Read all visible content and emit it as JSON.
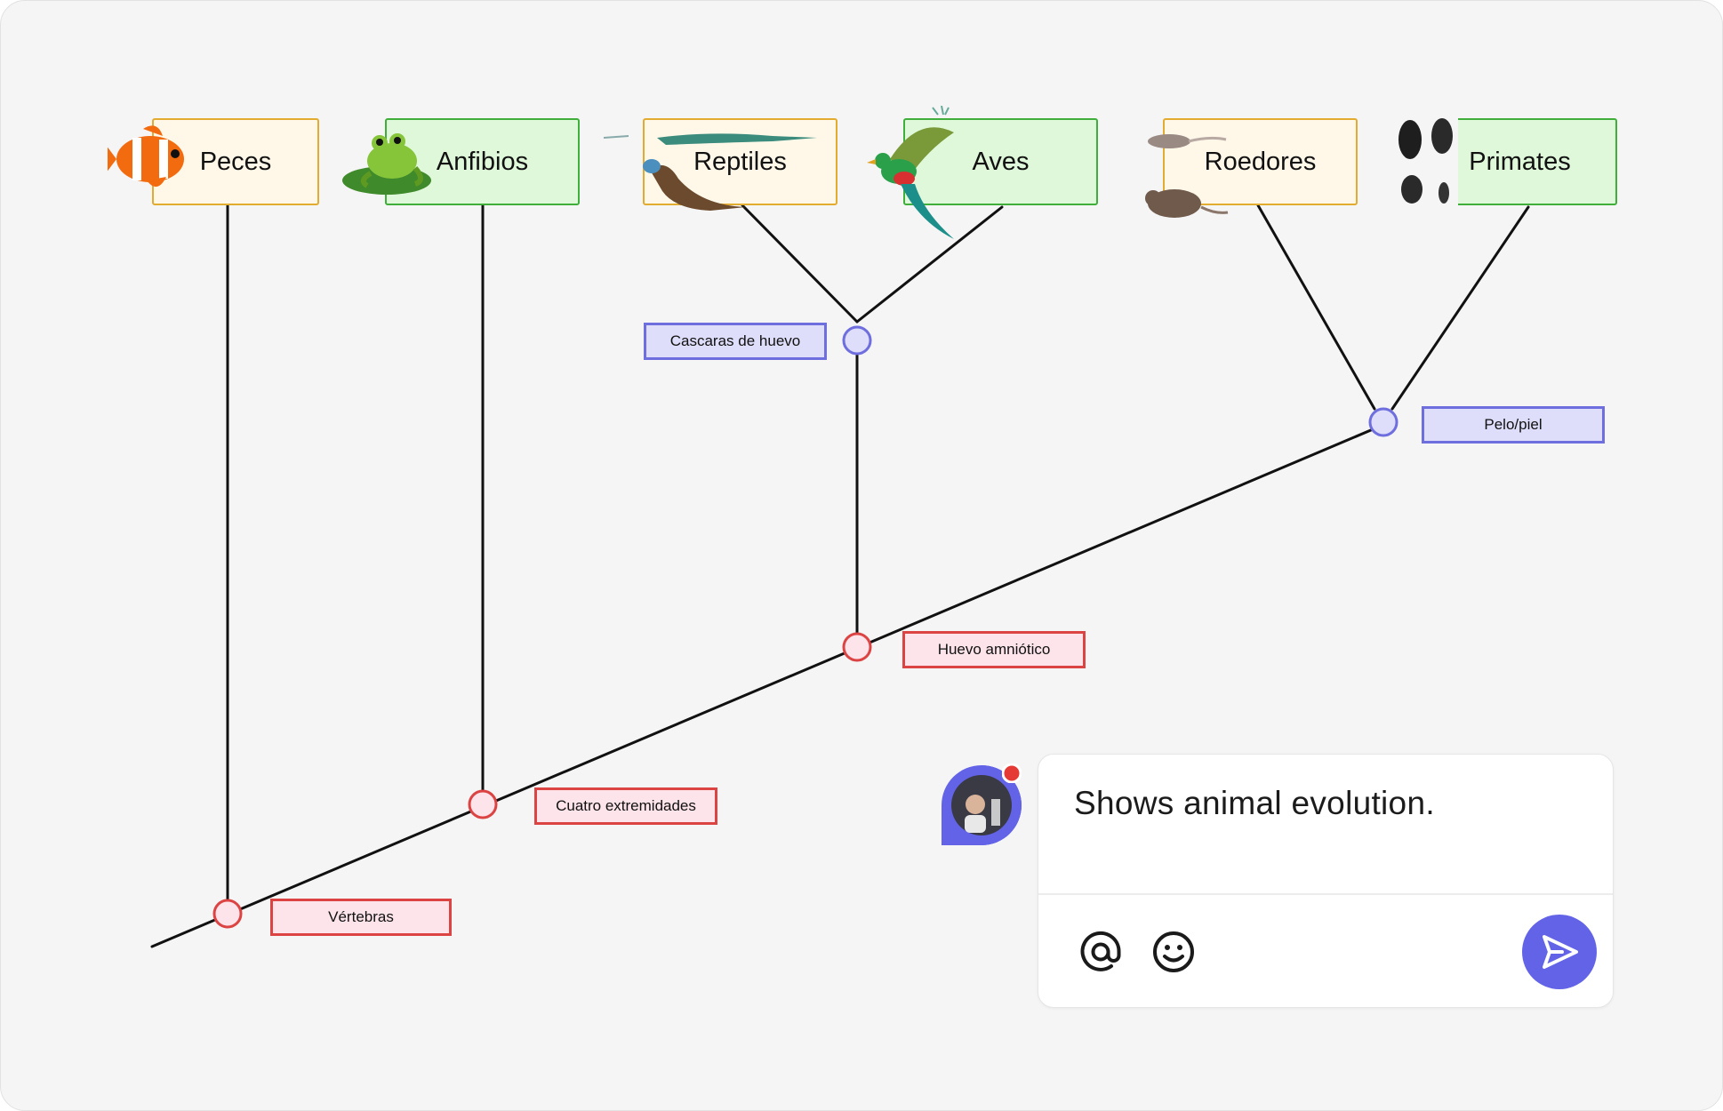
{
  "taxa": [
    {
      "label": "Peces",
      "color": "#e2ac31",
      "icon": "clownfish"
    },
    {
      "label": "Anfibios",
      "color": "#3fae3a",
      "icon": "frog"
    },
    {
      "label": "Reptiles",
      "color": "#e2ac31",
      "icon": "lizard"
    },
    {
      "label": "Aves",
      "color": "#3fae3a",
      "icon": "quetzal-bird"
    },
    {
      "label": "Roedores",
      "color": "#e2ac31",
      "icon": "rat"
    },
    {
      "label": "Primates",
      "color": "#3fae3a",
      "icon": "gorilla"
    }
  ],
  "traits": {
    "vertebras": "Vértebras",
    "cuatro_extremidades": "Cuatro extremidades",
    "huevo_amniotico": "Huevo amniótico",
    "cascaras_de_huevo": "Cascaras de huevo",
    "pelo_piel": "Pelo/piel"
  },
  "trait_colors": {
    "red_border": "#dc4444",
    "red_fill": "#fde3ea",
    "blue_border": "#6e6ede",
    "blue_fill": "#dedefa"
  },
  "comment": {
    "text": "Shows animal evolution.",
    "tools": [
      "at-icon",
      "emoji-icon"
    ],
    "send_icon": "send-icon",
    "accent": "#6363e8",
    "notification_color": "#e53935"
  }
}
